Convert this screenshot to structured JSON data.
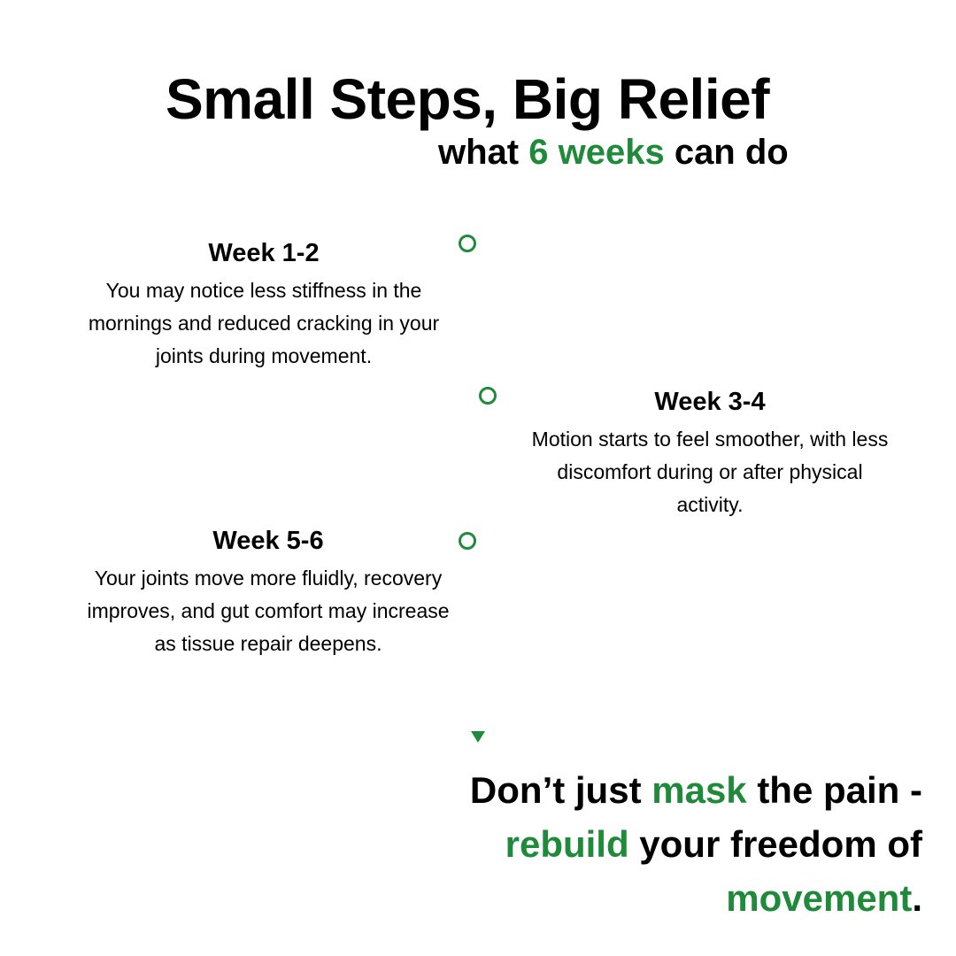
{
  "header": {
    "title": "Small Steps, Big Relief",
    "subtitle_pre": "what ",
    "subtitle_accent": "6 weeks",
    "subtitle_post": " can do"
  },
  "timeline": {
    "items": [
      {
        "title": "Week 1-2",
        "description": "You may notice less stiffness in the mornings and reduced cracking in your joints during movement."
      },
      {
        "title": "Week 3-4",
        "description": "Motion starts to feel smoother, with less discomfort during or after physical activity."
      },
      {
        "title": "Week 5-6",
        "description": "Your joints move more fluidly, recovery improves, and gut comfort may increase as tissue repair deepens."
      }
    ]
  },
  "cta": {
    "part1": "Don’t just ",
    "accent1": "mask",
    "part2": " the pain -",
    "accent2": "rebuild",
    "part3": " your freedom of",
    "accent3": "movement",
    "part4": "."
  },
  "colors": {
    "accent": "#1f8a3a",
    "line_light": "#6fe08f",
    "line_dark": "#1f8a3a",
    "text": "#000000",
    "background": "#ffffff"
  }
}
